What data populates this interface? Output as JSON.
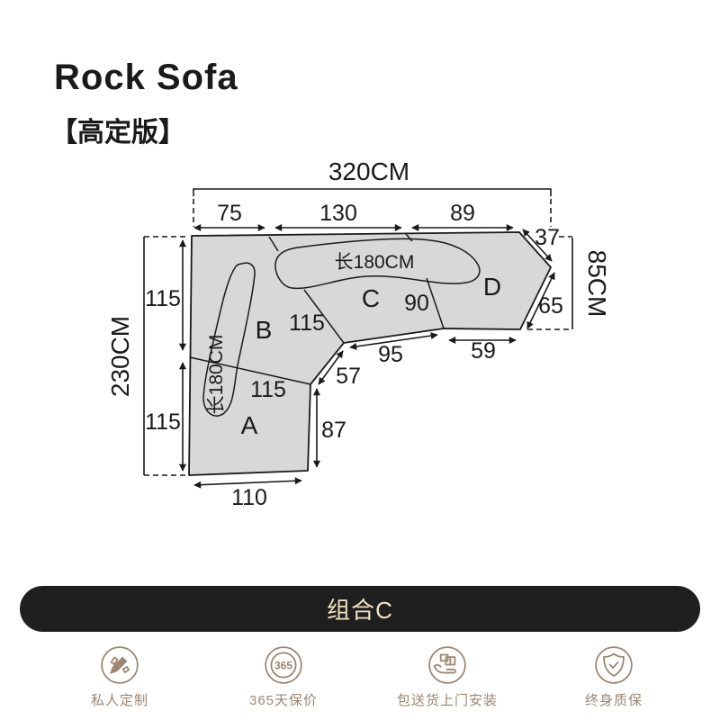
{
  "header": {
    "title": "Rock Sofa",
    "edition": "【高定版】"
  },
  "diagram": {
    "sections": {
      "a": "A",
      "b": "B",
      "c": "C",
      "d": "D"
    },
    "pillows": {
      "top": "长180CM",
      "side": "长180CM"
    },
    "dims": {
      "total_width": "320CM",
      "seg_75": "75",
      "seg_130": "130",
      "seg_89": "89",
      "left_total": "230CM",
      "left_115_top": "115",
      "left_115_bottom": "115",
      "corner_37": "37",
      "right_total": "85CM",
      "right_65": "65",
      "seat_b": "115",
      "seat_c": "90",
      "seat_a": "115",
      "seg_95": "95",
      "seg_59": "59",
      "seg_57": "57",
      "seg_87": "87",
      "seg_110": "110"
    }
  },
  "combo_bar": {
    "label": "组合C"
  },
  "features": [
    {
      "icon": "pencil-ruler-icon",
      "label": "私人定制"
    },
    {
      "icon": "badge-365-icon",
      "label": "365天保价",
      "badge": "365"
    },
    {
      "icon": "hand-box-icon",
      "label": "包送货上门安装"
    },
    {
      "icon": "shield-check-icon",
      "label": "终身质保"
    }
  ],
  "colors": {
    "sofa_fill": "#d8d8d8",
    "outline": "#1a1a1a",
    "bar_bg": "#1f1f1f",
    "accent_text": "#f2e3c1",
    "icon": "#9c8672"
  }
}
